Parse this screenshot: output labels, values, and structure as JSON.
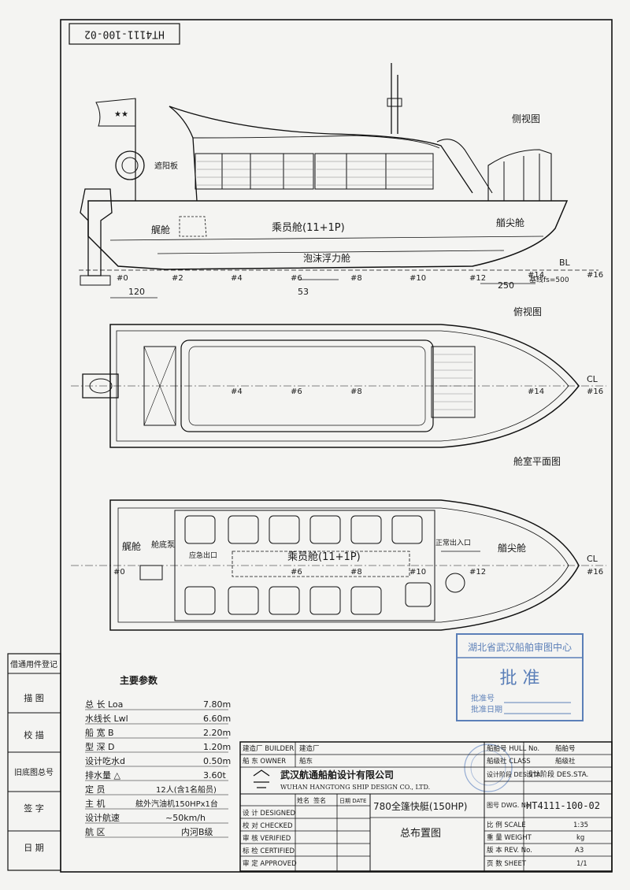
{
  "drawing_no_rotated": "HT4111-100-02",
  "views": {
    "side_title": "侧视图",
    "top_title": "俯视图",
    "plan_title": "舱室平面图"
  },
  "side_labels": {
    "sunshade": "遮阳板",
    "steering": "艉舱",
    "cabin": "乘员舱(11+1P)",
    "bow": "艏尖舱",
    "foam": "泡沫浮力舱",
    "bl": "BL",
    "base": "基线fs=500",
    "dim_120": "120",
    "dim_53": "53",
    "dim_250": "250"
  },
  "frames": [
    "#0",
    "#2",
    "#4",
    "#6",
    "#8",
    "#10",
    "#12",
    "#14",
    "#16"
  ],
  "plan_labels": {
    "stern": "艉舱",
    "engine": "舱底泵",
    "emergency": "应急出口",
    "cabin": "乘员舱(11+1P)",
    "entrance": "正常出入口",
    "bow": "艏尖舱",
    "cl": "CL"
  },
  "left_table": {
    "title": "借通用件登记",
    "rows": [
      "描 图",
      "校 描",
      "旧底图总号",
      "签 字",
      "日 期"
    ]
  },
  "params": {
    "title": "主要参数",
    "rows": [
      {
        "label": "总 长 Loa",
        "value": "7.80m"
      },
      {
        "label": "水线长 Lwl",
        "value": "6.60m"
      },
      {
        "label": "船 宽 B",
        "value": "2.20m"
      },
      {
        "label": "型 深 D",
        "value": "1.20m"
      },
      {
        "label": "设计吃水d",
        "value": "0.50m"
      },
      {
        "label": "排水量 △",
        "value": "3.60t"
      },
      {
        "label": "定 员",
        "value": "12人(含1名船员)"
      },
      {
        "label": "主 机",
        "value": "舷外汽油机150HPx1台"
      },
      {
        "label": "设计航速",
        "value": "~50km/h"
      },
      {
        "label": "航 区",
        "value": "内河B级"
      }
    ]
  },
  "stamp": {
    "org": "湖北省武汉船舶审图中心",
    "approve": "批 准",
    "line1": "批准号",
    "line2": "批准日期"
  },
  "title_block": {
    "builder_label": "建造厂 BUILDER",
    "builder_value": "建造厂",
    "owner_label": "船 东 OWNER",
    "owner_value": "船东",
    "hull_label": "船舶号 HULL No.",
    "hull_value": "船舶号",
    "class_label": "船级社 CLASS",
    "class_value": "船级社",
    "stage_label": "设计阶段 DES.STA.",
    "stage_value": "设计阶段 DES.STA.",
    "company_cn": "武汉航通船舶设计有限公司",
    "company_en": "WUHAN HANGTONG SHIP DESIGN CO., LTD.",
    "name_head": "姓名",
    "sign_head": "签名",
    "date_head": "日期 DATE",
    "designed": "设 计 DESIGNED",
    "checked": "校 对 CHECKED",
    "verified": "审 核 VERIFIED",
    "certified": "标 检 CERTIFIED",
    "approved": "审 定 APPROVED",
    "project": "780全篷快艇(150HP)",
    "drawing_title": "总布置图",
    "dwg_label": "图号 DWG. No.",
    "dwg_value": "HT4111-100-02",
    "scale_label": "比 例 SCALE",
    "scale_value": "1:35",
    "weight_label": "重 量 WEIGHT",
    "weight_value": "kg",
    "rev_label": "版 本 REV. No.",
    "rev_value": "A3",
    "sheet_label": "页 数 SHEET",
    "sheet_value": "1/1"
  }
}
